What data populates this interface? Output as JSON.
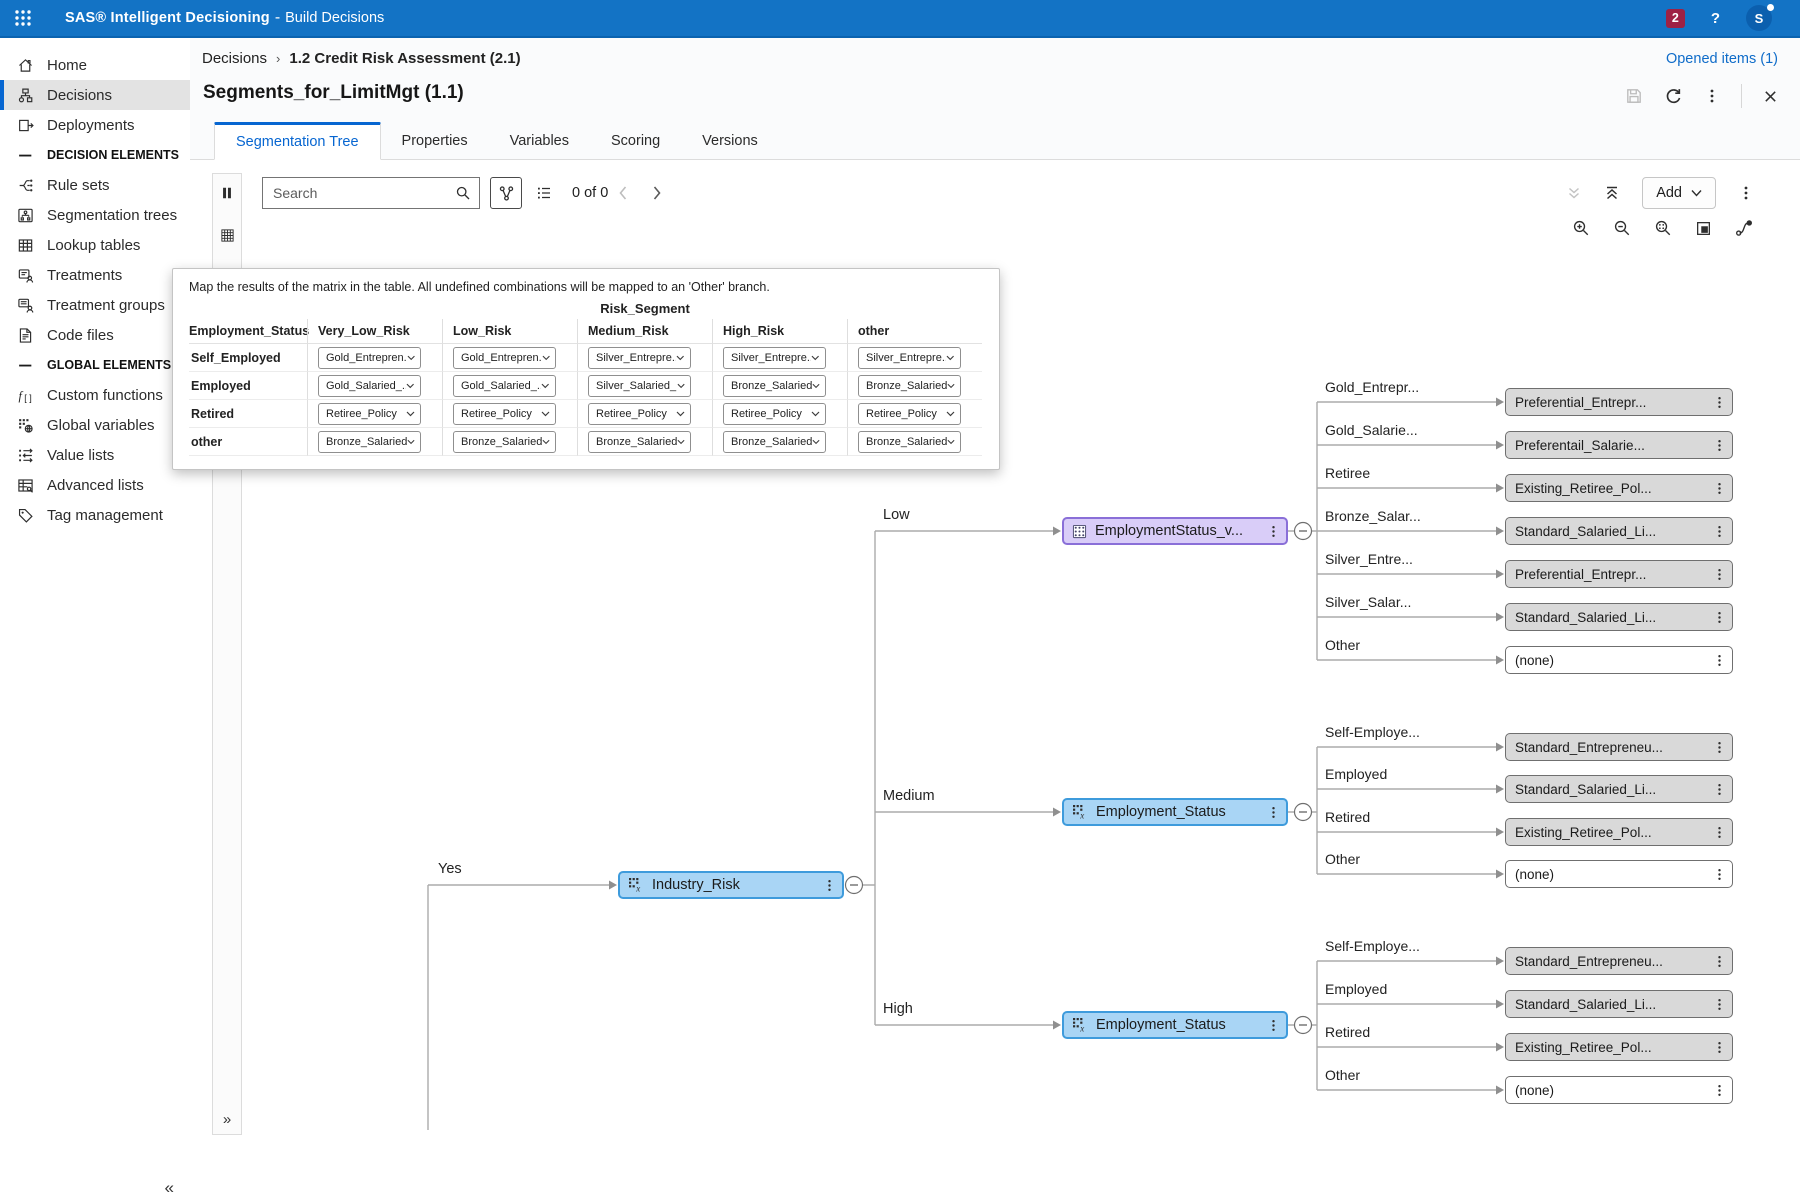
{
  "app_bar": {
    "product": "SAS® Intelligent Decisioning",
    "separator": "-",
    "module": "Build Decisions",
    "notifications": "2",
    "help": "?",
    "user_initial": "S"
  },
  "sidebar": {
    "collapse_glyph": "«",
    "items": [
      {
        "label": "Home",
        "icon": "home-icon"
      },
      {
        "label": "Decisions",
        "icon": "decisions-icon",
        "active": true
      },
      {
        "label": "Deployments",
        "icon": "deployments-icon"
      },
      {
        "label": "DECISION ELEMENTS",
        "type": "section"
      },
      {
        "label": "Rule sets",
        "icon": "rule-sets-icon"
      },
      {
        "label": "Segmentation trees",
        "icon": "segmentation-trees-icon"
      },
      {
        "label": "Lookup tables",
        "icon": "lookup-tables-icon"
      },
      {
        "label": "Treatments",
        "icon": "treatments-icon"
      },
      {
        "label": "Treatment groups",
        "icon": "treatment-groups-icon"
      },
      {
        "label": "Code files",
        "icon": "code-files-icon"
      },
      {
        "label": "GLOBAL ELEMENTS",
        "type": "section"
      },
      {
        "label": "Custom functions",
        "icon": "custom-functions-icon"
      },
      {
        "label": "Global variables",
        "icon": "global-variables-icon"
      },
      {
        "label": "Value lists",
        "icon": "value-lists-icon"
      },
      {
        "label": "Advanced lists",
        "icon": "advanced-lists-icon"
      },
      {
        "label": "Tag management",
        "icon": "tag-management-icon"
      }
    ]
  },
  "breadcrumb": {
    "root": "Decisions",
    "separator": "›",
    "current": "1.2 Credit Risk Assessment (2.1)",
    "opened_items": "Opened items (1)"
  },
  "page": {
    "title": "Segments_for_LimitMgt (1.1)"
  },
  "tabs": {
    "active": "Segmentation Tree",
    "items": [
      "Segmentation Tree",
      "Properties",
      "Variables",
      "Scoring",
      "Versions"
    ]
  },
  "toolbar": {
    "search_placeholder": "Search",
    "match_count": "0 of 0",
    "add_label": "Add",
    "strip_expand_glyph": "»"
  },
  "matrix_panel": {
    "description": "Map the results of the matrix in the table. All undefined combinations will be mapped to an 'Other' branch.",
    "group_header": "Risk_Segment",
    "row_header": "Employment_Status",
    "columns": [
      "Very_Low_Risk",
      "Low_Risk",
      "Medium_Risk",
      "High_Risk",
      "other"
    ],
    "rows": [
      {
        "label": "Self_Employed",
        "values": [
          "Gold_Entrepren...",
          "Gold_Entrepren...",
          "Silver_Entrepre...",
          "Silver_Entrepre...",
          "Silver_Entrepre..."
        ]
      },
      {
        "label": "Employed",
        "values": [
          "Gold_Salaried_...",
          "Gold_Salaried_...",
          "Silver_Salaried_...",
          "Bronze_Salaried...",
          "Bronze_Salaried..."
        ]
      },
      {
        "label": "Retired",
        "values": [
          "Retiree_Policy",
          "Retiree_Policy",
          "Retiree_Policy",
          "Retiree_Policy",
          "Retiree_Policy"
        ]
      },
      {
        "label": "other",
        "values": [
          "Bronze_Salaried...",
          "Bronze_Salaried...",
          "Bronze_Salaried...",
          "Bronze_Salaried...",
          "Bronze_Salaried..."
        ]
      }
    ]
  },
  "tree": {
    "root_branch_label": "Yes",
    "root_node": {
      "label": "Industry_Risk",
      "type": "variable"
    },
    "branches": [
      {
        "label": "Low",
        "node": {
          "label": "EmploymentStatus_v...",
          "type": "matrix"
        },
        "leaves": [
          {
            "branch_label": "Gold_Entrepr...",
            "target": "Preferential_Entrepr...",
            "is_none": false
          },
          {
            "branch_label": "Gold_Salarie...",
            "target": "Preferentail_Salarie...",
            "is_none": false
          },
          {
            "branch_label": "Retiree",
            "target": "Existing_Retiree_Pol...",
            "is_none": false
          },
          {
            "branch_label": "Bronze_Salar...",
            "target": "Standard_Salaried_Li...",
            "is_none": false
          },
          {
            "branch_label": "Silver_Entre...",
            "target": "Preferential_Entrepr...",
            "is_none": false
          },
          {
            "branch_label": "Silver_Salar...",
            "target": "Standard_Salaried_Li...",
            "is_none": false
          },
          {
            "branch_label": "Other",
            "target": "(none)",
            "is_none": true
          }
        ]
      },
      {
        "label": "Medium",
        "node": {
          "label": "Employment_Status",
          "type": "variable"
        },
        "leaves": [
          {
            "branch_label": "Self-Employe...",
            "target": "Standard_Entrepreneu...",
            "is_none": false
          },
          {
            "branch_label": "Employed",
            "target": "Standard_Salaried_Li...",
            "is_none": false
          },
          {
            "branch_label": "Retired",
            "target": "Existing_Retiree_Pol...",
            "is_none": false
          },
          {
            "branch_label": "Other",
            "target": "(none)",
            "is_none": true
          }
        ]
      },
      {
        "label": "High",
        "node": {
          "label": "Employment_Status",
          "type": "variable"
        },
        "leaves": [
          {
            "branch_label": "Self-Employe...",
            "target": "Standard_Entrepreneu...",
            "is_none": false
          },
          {
            "branch_label": "Employed",
            "target": "Standard_Salaried_Li...",
            "is_none": false
          },
          {
            "branch_label": "Retired",
            "target": "Existing_Retiree_Pol...",
            "is_none": false
          },
          {
            "branch_label": "Other",
            "target": "(none)",
            "is_none": true
          }
        ]
      }
    ]
  },
  "colors": {
    "app_bar_blue": "#1373c5",
    "accent_blue": "#0766d1",
    "badge_red": "#9e2145",
    "node_blue_fill": "#a9d5f5",
    "node_blue_border": "#3e9bdc",
    "node_purple_fill": "#d9cdf8",
    "node_purple_border": "#8a6fd8",
    "leaf_gray_fill": "#d9d9d9",
    "leaf_border": "#6f6f6f",
    "connector_gray": "#ababab"
  }
}
